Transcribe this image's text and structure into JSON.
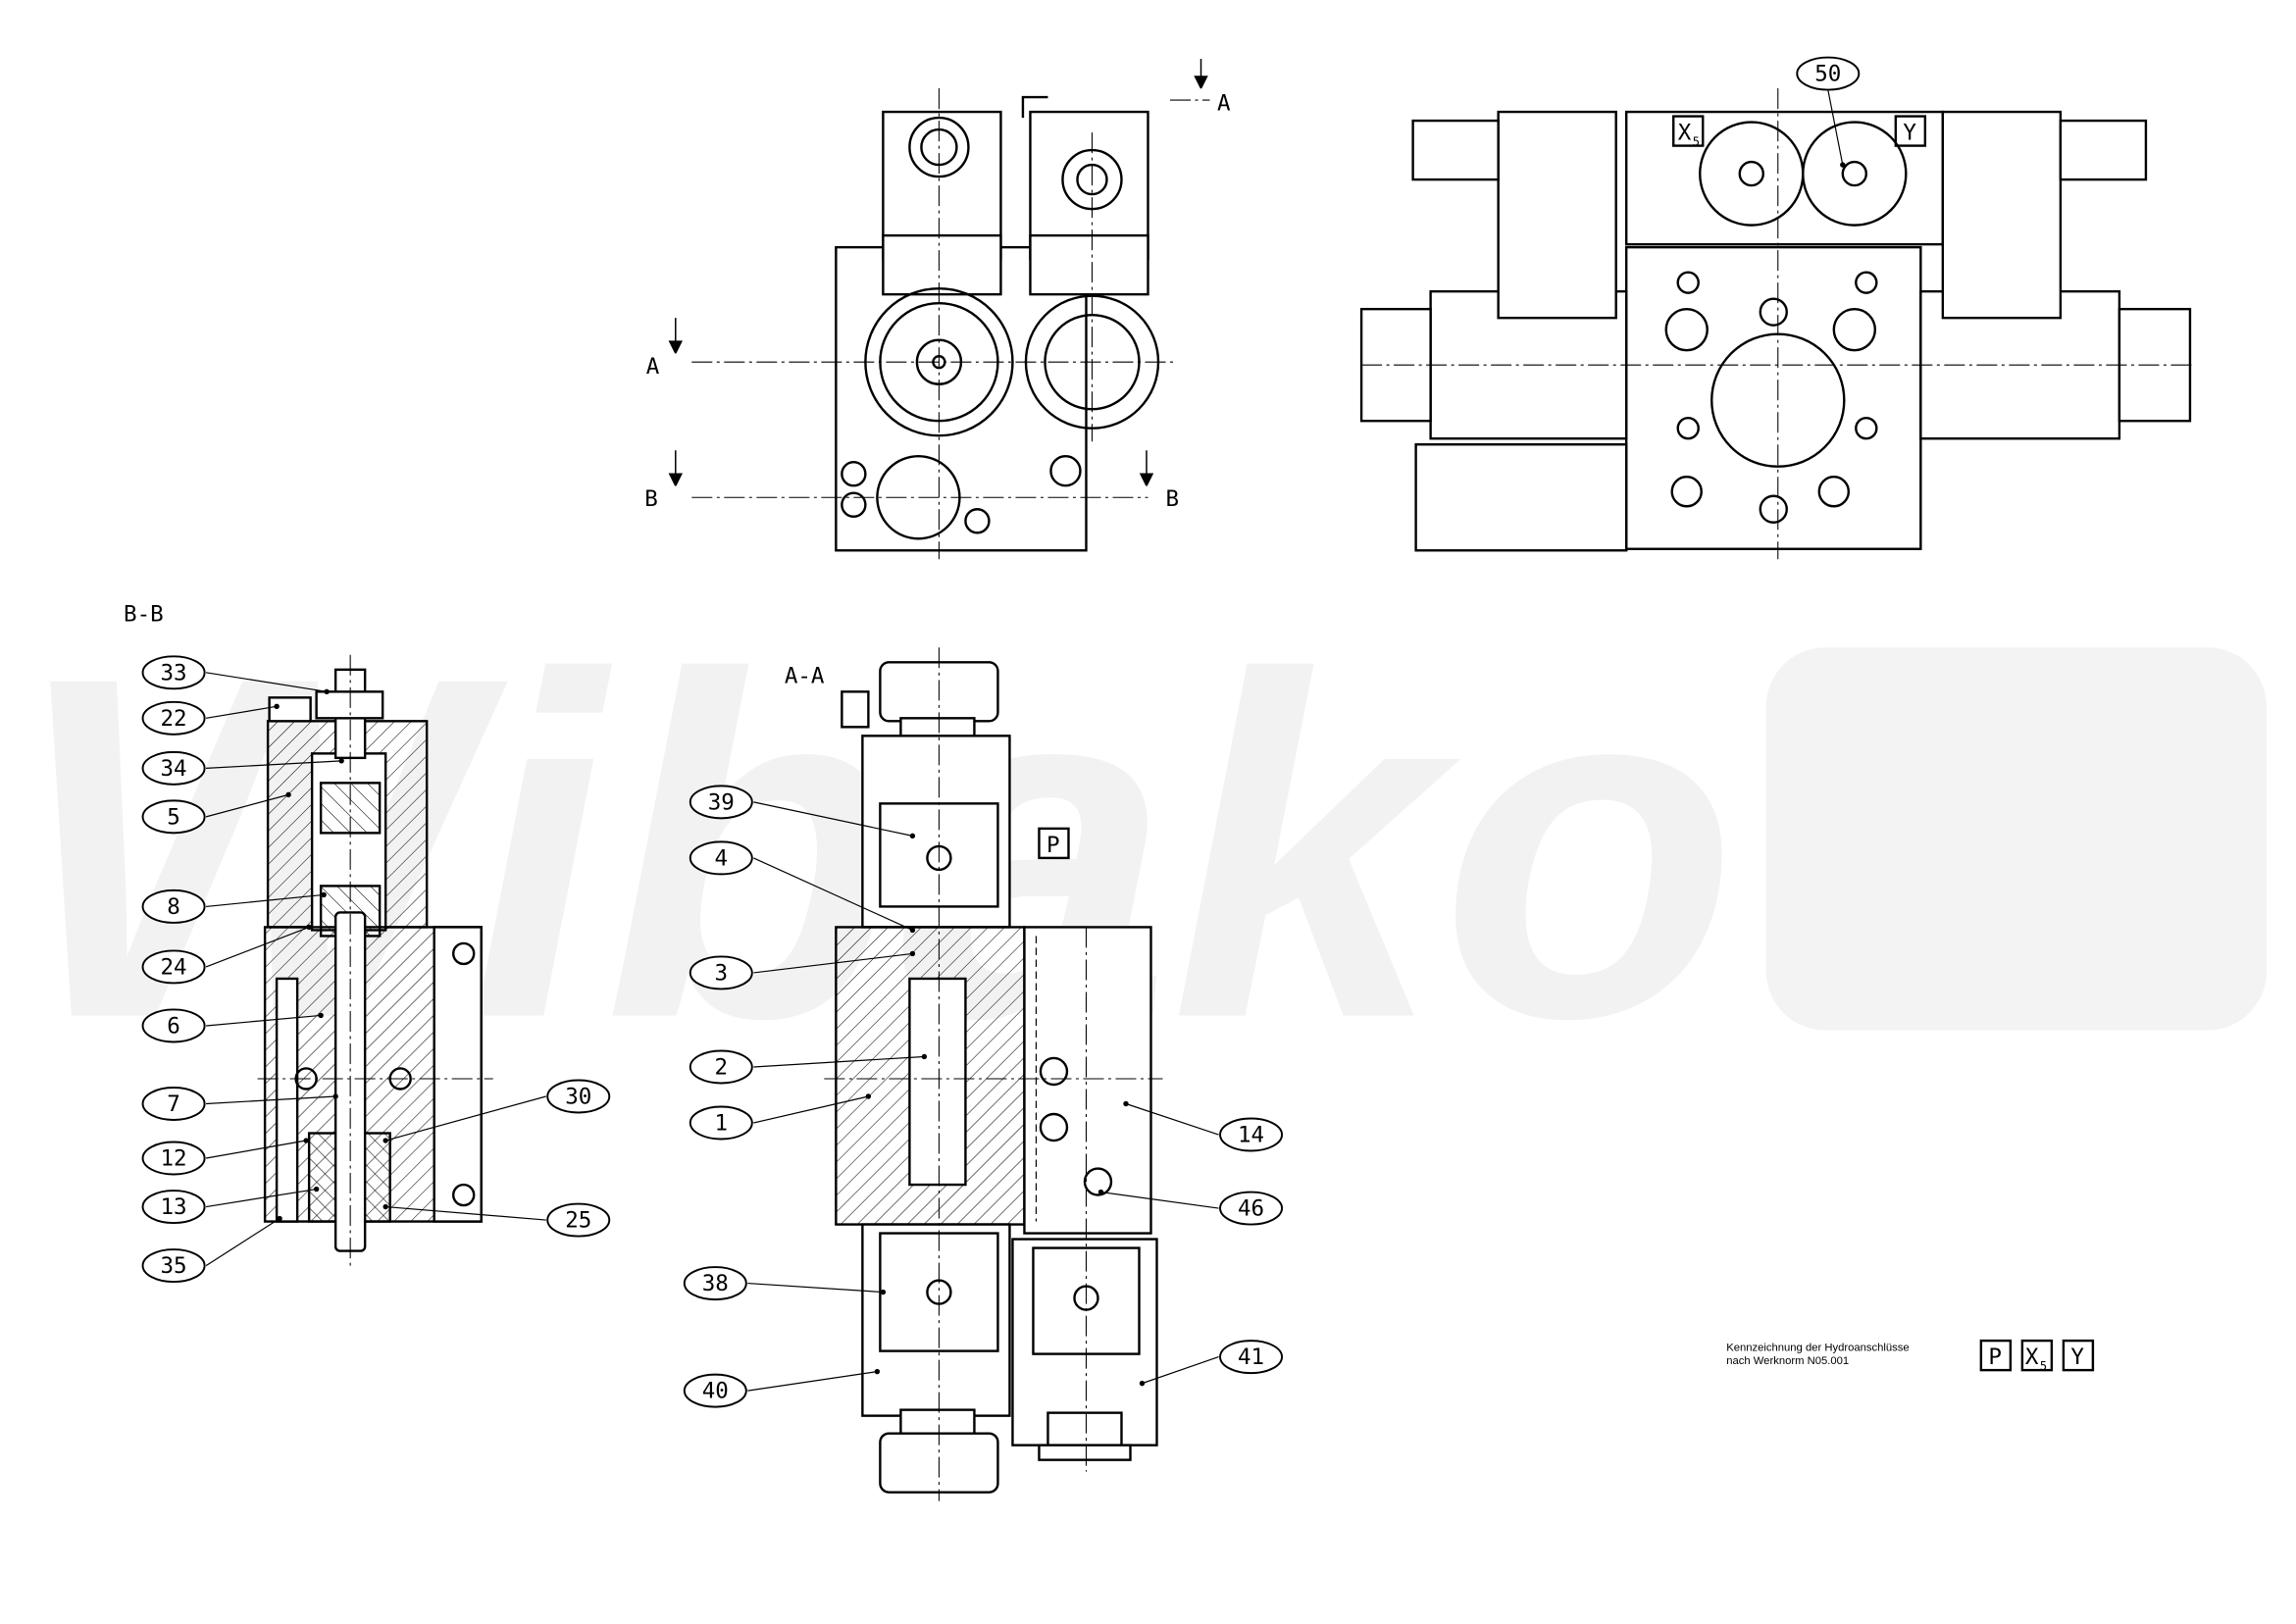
{
  "watermark": "Wibako",
  "section_labels": {
    "bb": "B-B",
    "aa": "A-A"
  },
  "cut_markers": {
    "a_top": "A",
    "a_left": "A",
    "b_left": "B",
    "b_right": "B"
  },
  "port_labels": {
    "p": "P",
    "x": "X",
    "x_sub": "5",
    "y": "Y"
  },
  "callouts_bb": [
    "33",
    "22",
    "34",
    "5",
    "8",
    "24",
    "6",
    "7",
    "12",
    "13",
    "35",
    "30",
    "25"
  ],
  "callouts_aa": [
    "39",
    "4",
    "3",
    "2",
    "1",
    "38",
    "40",
    "14",
    "46",
    "41"
  ],
  "callout_top": "50",
  "legend": {
    "line1": "Kennzeichnung der Hydroanschlüsse",
    "line2": "nach Werknorm N05.001",
    "boxes": [
      "P",
      "X",
      "Y"
    ],
    "x_sub": "5"
  }
}
